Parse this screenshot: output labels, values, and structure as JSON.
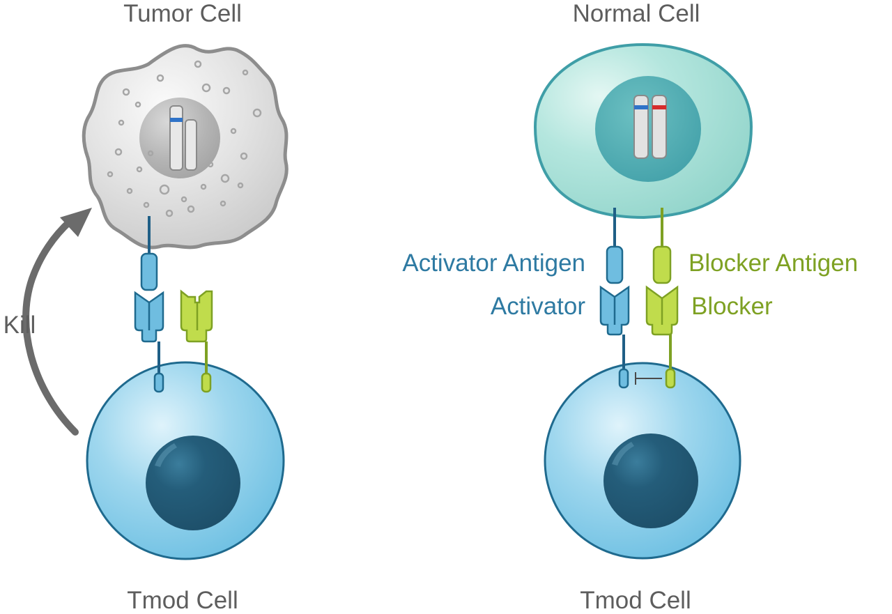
{
  "labels": {
    "tumor_cell": "Tumor Cell",
    "normal_cell": "Normal Cell",
    "tmod_cell_left": "Tmod Cell",
    "tmod_cell_right": "Tmod Cell",
    "kill": "Kill",
    "activator_antigen": "Activator Antigen",
    "activator": "Activator",
    "blocker_antigen": "Blocker Antigen",
    "blocker": "Blocker"
  },
  "colors": {
    "label_gray": "#5d5d5d",
    "activator_blue": "#2e7aa2",
    "blocker_green": "#7ea123",
    "tmod_cell_fill": "#8fd0ea",
    "tmod_cell_outline": "#1f6a8e",
    "tmod_nucleus": "#245d7a",
    "normal_cell_fill": "#a9e1d9",
    "normal_cell_outline": "#3f9ea7",
    "normal_nucleus": "#4aa7ad",
    "tumor_cell_fill": "#dcdcdc",
    "tumor_cell_outline": "#8d8d8d",
    "activator_receptor": "#6fbde0",
    "blocker_receptor": "#c0dc4c",
    "marker_blue": "#2f73c8",
    "marker_red": "#d62c2c"
  }
}
